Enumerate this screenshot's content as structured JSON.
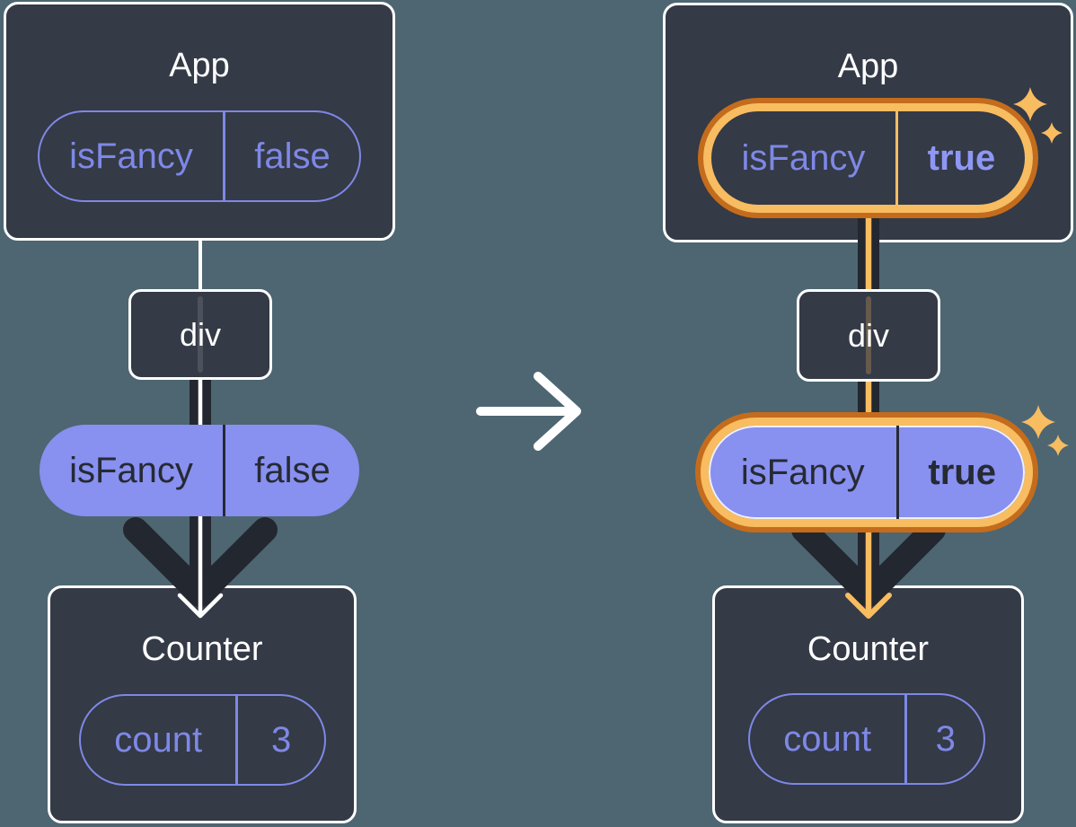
{
  "diagram": {
    "before": {
      "app": {
        "title": "App",
        "prop_name": "isFancy",
        "prop_value": "false"
      },
      "child": {
        "label": "div"
      },
      "passed_prop": {
        "name": "isFancy",
        "value": "false"
      },
      "counter": {
        "title": "Counter",
        "state_name": "count",
        "state_value": "3"
      }
    },
    "after": {
      "app": {
        "title": "App",
        "prop_name": "isFancy",
        "prop_value": "true"
      },
      "child": {
        "label": "div"
      },
      "passed_prop": {
        "name": "isFancy",
        "value": "true"
      },
      "counter": {
        "title": "Counter",
        "state_name": "count",
        "state_value": "3"
      }
    },
    "icons": {
      "transition_arrow": "right-arrow",
      "sparkle": "four-point-star"
    },
    "colors": {
      "background": "#4d6672",
      "card": "#343a46",
      "card_border": "#ffffff",
      "purple_fill": "#8890f0",
      "purple_outline": "#7e88e6",
      "ink": "#23272f",
      "highlight_light": "#f8bc61",
      "highlight_dark": "#c46c1c"
    }
  }
}
